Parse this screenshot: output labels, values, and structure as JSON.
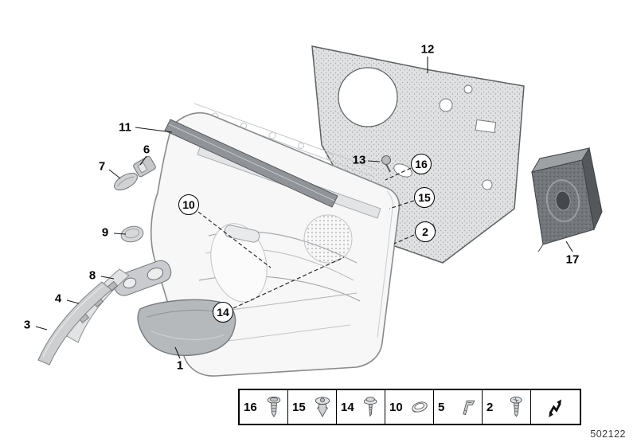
{
  "diagram": {
    "id": "502122",
    "callouts": [
      {
        "label": "11",
        "circled": false
      },
      {
        "label": "6",
        "circled": false
      },
      {
        "label": "7",
        "circled": false
      },
      {
        "label": "9",
        "circled": false
      },
      {
        "label": "8",
        "circled": false
      },
      {
        "label": "4",
        "circled": false
      },
      {
        "label": "3",
        "circled": false
      },
      {
        "label": "1",
        "circled": false
      },
      {
        "label": "12",
        "circled": false
      },
      {
        "label": "13",
        "circled": false
      },
      {
        "label": "17",
        "circled": false
      },
      {
        "label": "16",
        "circled": true
      },
      {
        "label": "15",
        "circled": true
      },
      {
        "label": "2",
        "circled": true
      },
      {
        "label": "10",
        "circled": true
      },
      {
        "label": "14",
        "circled": true
      }
    ],
    "legend": {
      "items": [
        {
          "label": "16",
          "icon": "expansion-rivet-icon"
        },
        {
          "label": "15",
          "icon": "expanding-clip-icon"
        },
        {
          "label": "14",
          "icon": "washer-screw-icon"
        },
        {
          "label": "10",
          "icon": "oval-grommet-icon"
        },
        {
          "label": "5",
          "icon": "spring-clip-icon"
        },
        {
          "label": "2",
          "icon": "screw-icon"
        },
        {
          "label": "",
          "icon": "cross-reference-arrow-icon"
        }
      ]
    },
    "colors": {
      "line": "#3c3f42",
      "panel_fill": "#e3e4e5",
      "background": "#ffffff"
    }
  }
}
